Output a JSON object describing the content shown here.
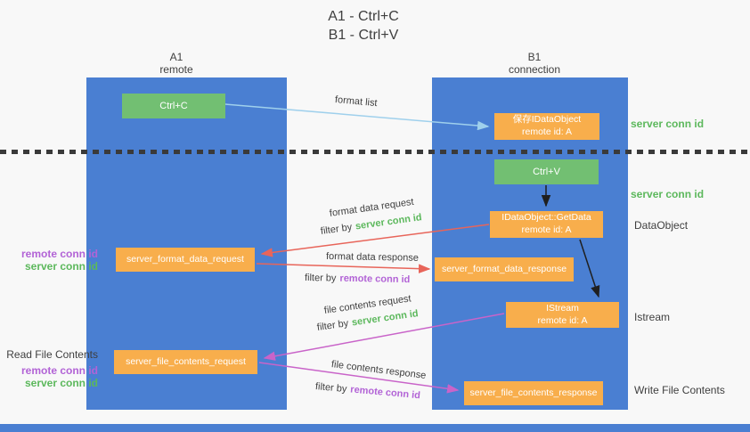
{
  "title": {
    "line1": "A1 - Ctrl+C",
    "line2": "B1 - Ctrl+V"
  },
  "columns": {
    "left": {
      "id": "A1",
      "name": "remote"
    },
    "right": {
      "id": "B1",
      "name": "connection"
    }
  },
  "boxes": {
    "ctrl_c": "Ctrl+C",
    "save_dataobject": {
      "line1": "保存IDataObject",
      "line2": "remote id: A"
    },
    "ctrl_v": "Ctrl+V",
    "getdata": {
      "line1": "IDataObject::GetData",
      "line2": "remote id: A"
    },
    "format_request": "server_format_data_request",
    "format_response": "server_format_data_response",
    "istream": {
      "line1": "IStream",
      "line2": "remote id: A"
    },
    "file_request": "server_file_contents_request",
    "file_response": "server_file_contents_response"
  },
  "arrows": {
    "format_list": "format list",
    "format_data_request": {
      "label": "format data request",
      "filter_prefix": "filter by",
      "filter_id": "server conn id"
    },
    "format_data_response": {
      "label": "format data response",
      "filter_prefix": "filter by",
      "filter_id": "remote conn id"
    },
    "file_contents_request": {
      "label": "file contents request",
      "filter_prefix": "filter by",
      "filter_id": "server conn id"
    },
    "file_contents_response": {
      "label": "file contents response",
      "filter_prefix": "filter by",
      "filter_id": "remote conn id"
    }
  },
  "side_left": {
    "format_remote": "remote conn id",
    "format_server": "server conn id",
    "read_title": "Read File Contents",
    "file_remote": "remote conn id",
    "file_server": "server conn id"
  },
  "side_right": {
    "save_conn": "server conn id",
    "paste_conn": "server conn id",
    "dataobject": "DataObject",
    "istream": "Istream",
    "write_title": "Write File Contents"
  },
  "colors": {
    "lifeline_blue": "#4a7fd2",
    "action_green": "#72bf72",
    "message_orange": "#f8ae4c",
    "green_text": "#5cb85c",
    "purple_text": "#b263d6",
    "red_arrow": "#e8655a",
    "magenta_arrow": "#c964c9",
    "light_blue_arrow": "#9fd0ec",
    "black_arrow": "#1f1f1f"
  }
}
